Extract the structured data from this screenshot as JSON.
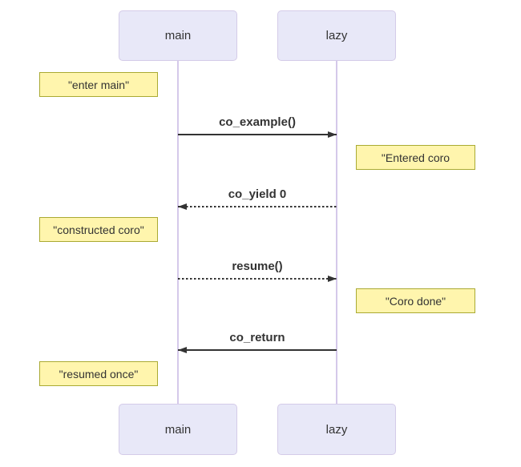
{
  "diagram": {
    "type": "sequence-diagram",
    "participants": [
      {
        "id": "main",
        "label": "main"
      },
      {
        "id": "lazy",
        "label": "lazy"
      }
    ],
    "messages": [
      {
        "label": "co_example()",
        "from": "main",
        "to": "lazy",
        "line_style": "solid",
        "direction": "right"
      },
      {
        "label": "co_yield 0",
        "from": "lazy",
        "to": "main",
        "line_style": "dashed",
        "direction": "left"
      },
      {
        "label": "resume()",
        "from": "main",
        "to": "lazy",
        "line_style": "dashed",
        "direction": "right"
      },
      {
        "label": "co_return",
        "from": "lazy",
        "to": "main",
        "line_style": "solid",
        "direction": "left"
      }
    ],
    "notes": [
      {
        "label": "\"enter main\"",
        "side": "left of main"
      },
      {
        "label": "\"Entered coro",
        "side": "right of lazy"
      },
      {
        "label": "\"constructed coro\"",
        "side": "left of main"
      },
      {
        "label": "\"Coro done\"",
        "side": "right of lazy"
      },
      {
        "label": "\"resumed once\"",
        "side": "left of main"
      }
    ],
    "colors": {
      "actor_fill": "#e8e8f8",
      "actor_border": "#d4cbe8",
      "note_fill": "#fff5ad",
      "note_border": "#aaaa33",
      "lifeline": "#d5c9ea",
      "message_line": "#333333",
      "text": "#333333",
      "background": "#ffffff"
    }
  }
}
